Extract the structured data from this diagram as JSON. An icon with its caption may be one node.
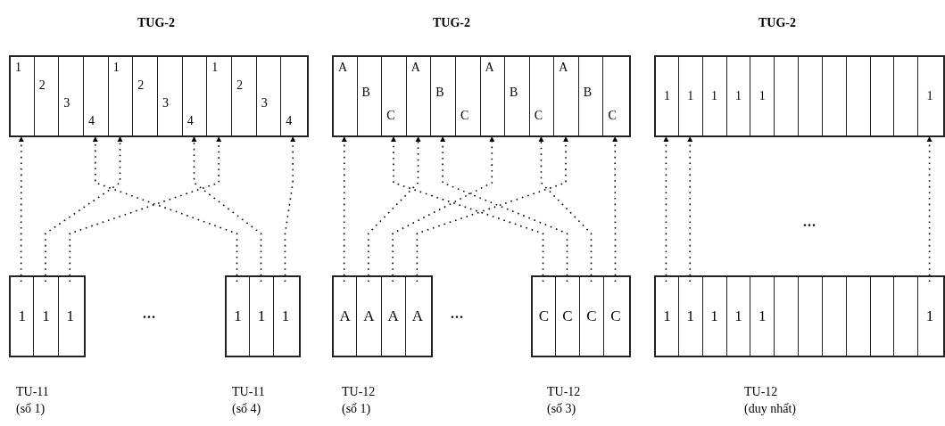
{
  "diagram": {
    "nodes": [
      {
        "text": [
          "TUG-2"
        ]
      },
      {
        "text": [
          "1"
        ],
        "in": 0
      },
      {
        "text": [
          "2"
        ],
        "in": 0
      },
      {
        "text": [
          "3"
        ],
        "in": 0
      },
      {
        "text": [
          "4"
        ],
        "in": 0
      },
      {
        "text": [
          "1"
        ],
        "in": 0
      },
      {
        "text": [
          "2"
        ],
        "in": 0
      },
      {
        "text": [
          "3"
        ],
        "in": 0
      },
      {
        "text": [
          "4"
        ],
        "in": 0
      },
      {
        "text": [
          "1"
        ],
        "in": 0
      },
      {
        "text": [
          "2"
        ],
        "in": 0
      },
      {
        "text": [
          "3"
        ],
        "in": 0
      },
      {
        "text": [
          "4"
        ],
        "in": 0
      },
      {
        "text": [
          "TUG-2"
        ]
      },
      {
        "text": [
          "A"
        ],
        "in": 13
      },
      {
        "text": [
          "B"
        ],
        "in": 13
      },
      {
        "text": [
          "C"
        ],
        "in": 13
      },
      {
        "text": [
          "A"
        ],
        "in": 13
      },
      {
        "text": [
          "B"
        ],
        "in": 13
      },
      {
        "text": [
          "C"
        ],
        "in": 13
      },
      {
        "text": [
          "A"
        ],
        "in": 13
      },
      {
        "text": [
          "B"
        ],
        "in": 13
      },
      {
        "text": [
          "C"
        ],
        "in": 13
      },
      {
        "text": [
          "A"
        ],
        "in": 13
      },
      {
        "text": [
          "B"
        ],
        "in": 13
      },
      {
        "text": [
          "C"
        ],
        "in": 13
      },
      {
        "text": [
          "TUG-2"
        ]
      },
      {
        "text": [
          "1"
        ],
        "in": 26
      },
      {
        "text": [
          "1"
        ],
        "in": 26
      },
      {
        "text": [
          "1"
        ],
        "in": 26
      },
      {
        "text": [
          "1"
        ],
        "in": 26
      },
      {
        "text": [
          "1"
        ],
        "in": 26
      },
      {
        "text": [],
        "shape": "box",
        "in": 26
      },
      {
        "text": [],
        "shape": "box",
        "in": 26
      },
      {
        "text": [],
        "shape": "box",
        "in": 26
      },
      {
        "text": [],
        "shape": "box",
        "in": 26
      },
      {
        "text": [],
        "shape": "box",
        "in": 26
      },
      {
        "text": [],
        "shape": "box",
        "in": 26
      },
      {
        "text": [
          "1"
        ],
        "in": 26
      },
      {
        "text": [],
        "shape": "box",
        "beside": [
          "TU-11 (số 1)"
        ]
      },
      {
        "text": [
          "1"
        ],
        "in": 39
      },
      {
        "text": [
          "1"
        ],
        "in": 39
      },
      {
        "text": [
          "1"
        ],
        "in": 39
      },
      {
        "text": [],
        "shape": "box",
        "beside": [
          "TU-11 (số 4)"
        ]
      },
      {
        "text": [
          "1"
        ],
        "in": 43
      },
      {
        "text": [
          "1"
        ],
        "in": 43
      },
      {
        "text": [
          "1"
        ],
        "in": 43
      },
      {
        "text": [],
        "shape": "box",
        "beside": [
          "TU-12 (số 1)"
        ]
      },
      {
        "text": [
          "A"
        ],
        "in": 47
      },
      {
        "text": [
          "A"
        ],
        "in": 47
      },
      {
        "text": [
          "A"
        ],
        "in": 47
      },
      {
        "text": [
          "A"
        ],
        "in": 47
      },
      {
        "text": [],
        "shape": "box",
        "beside": [
          "TU-12 (số 3)"
        ]
      },
      {
        "text": [
          "C"
        ],
        "in": 52
      },
      {
        "text": [
          "C"
        ],
        "in": 52
      },
      {
        "text": [
          "C"
        ],
        "in": 52
      },
      {
        "text": [
          "C"
        ],
        "in": 52
      },
      {
        "text": [],
        "shape": "box",
        "beside": [
          "TU-12 (duy nhất)"
        ]
      },
      {
        "text": [
          "1"
        ],
        "in": 57
      },
      {
        "text": [
          "1"
        ],
        "in": 57
      },
      {
        "text": [
          "1"
        ],
        "in": 57
      },
      {
        "text": [
          "1"
        ],
        "in": 57
      },
      {
        "text": [
          "1"
        ],
        "in": 57
      },
      {
        "text": [],
        "shape": "box",
        "in": 57
      },
      {
        "text": [],
        "shape": "box",
        "in": 57
      },
      {
        "text": [],
        "shape": "box",
        "in": 57
      },
      {
        "text": [],
        "shape": "box",
        "in": 57
      },
      {
        "text": [],
        "shape": "box",
        "in": 57
      },
      {
        "text": [],
        "shape": "box",
        "in": 57
      },
      {
        "text": [
          "1"
        ],
        "in": 57
      }
    ],
    "edges": [
      {
        "from": 40,
        "to": 1,
        "arrow": "to"
      },
      {
        "from": 41,
        "to": 5,
        "arrow": "to"
      },
      {
        "from": 42,
        "to": 9,
        "arrow": "to"
      },
      {
        "from": 44,
        "to": 4,
        "arrow": "to"
      },
      {
        "from": 45,
        "to": 8,
        "arrow": "to"
      },
      {
        "from": 46,
        "to": 12,
        "arrow": "to"
      },
      {
        "from": 48,
        "to": 14,
        "arrow": "to"
      },
      {
        "from": 49,
        "to": 17,
        "arrow": "to"
      },
      {
        "from": 50,
        "to": 20,
        "arrow": "to"
      },
      {
        "from": 51,
        "to": 23,
        "arrow": "to"
      },
      {
        "from": 53,
        "to": 16,
        "arrow": "to"
      },
      {
        "from": 54,
        "to": 18,
        "arrow": "to"
      },
      {
        "from": 55,
        "to": 22,
        "arrow": "to"
      },
      {
        "from": 56,
        "to": 25,
        "arrow": "to"
      },
      {
        "from": 58,
        "to": 27,
        "arrow": "to"
      },
      {
        "from": 59,
        "to": 28,
        "arrow": "to"
      },
      {
        "from": 69,
        "to": 38,
        "arrow": "to"
      }
    ],
    "labels": [
      "...",
      "...",
      "..."
    ]
  }
}
